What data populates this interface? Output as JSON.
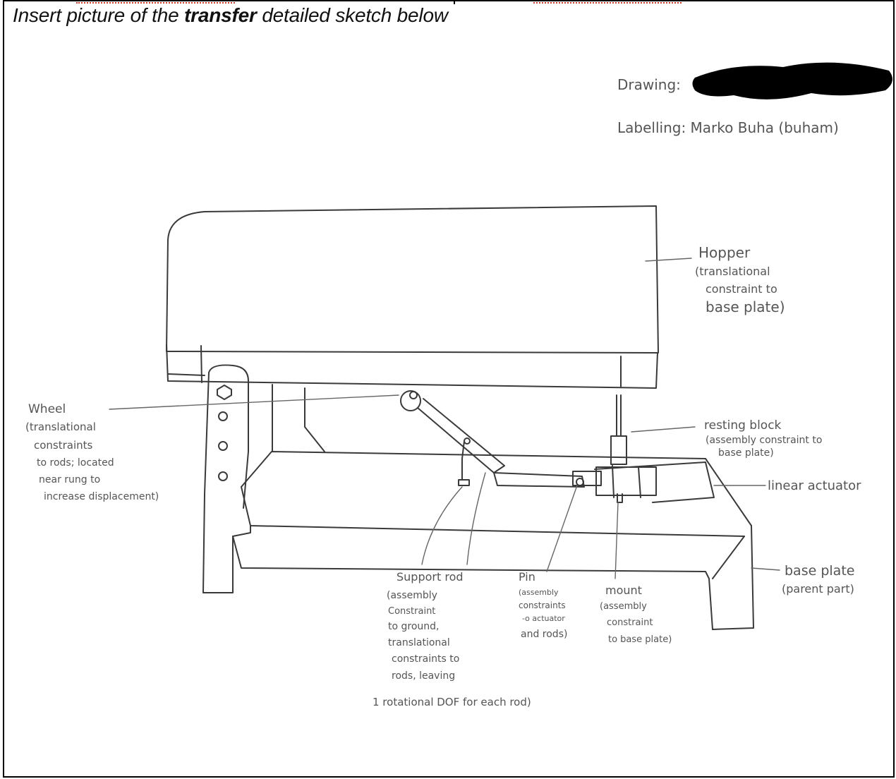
{
  "heading": {
    "prefix": "Insert picture of the ",
    "bold": "transfer",
    "suffix": " detailed sketch below"
  },
  "credits": {
    "drawing": "Drawing:",
    "labelling": "Labelling: Marko Buha (buham)"
  },
  "labels": {
    "hopper": [
      "Hopper",
      "(translational",
      "constraint to",
      "base plate)"
    ],
    "wheel": [
      "Wheel",
      "(translational",
      "constraints",
      "to rods; located",
      "near rung to",
      "increase displacement)"
    ],
    "resting_block": [
      "resting block",
      "(assembly constraint to",
      "base plate)"
    ],
    "linear_actuator": [
      "linear actuator"
    ],
    "base_plate": [
      "base plate",
      "(parent part)"
    ],
    "support_rod": [
      "Support rod",
      "(assembly",
      "Constraint",
      "to ground,",
      "translational",
      "constraints to",
      "rods, leaving",
      "1 rotational DOF for each rod)"
    ],
    "pin": [
      "Pin",
      "(assembly",
      "constraints",
      "-o actuator",
      "and rods)"
    ],
    "mount": [
      "mount",
      "(assembly",
      "constraint",
      "to base plate)"
    ]
  },
  "colors": {
    "ink": "#444444",
    "label_ink": "#555555",
    "redaction": "#000000",
    "mark": "#c0392b"
  }
}
